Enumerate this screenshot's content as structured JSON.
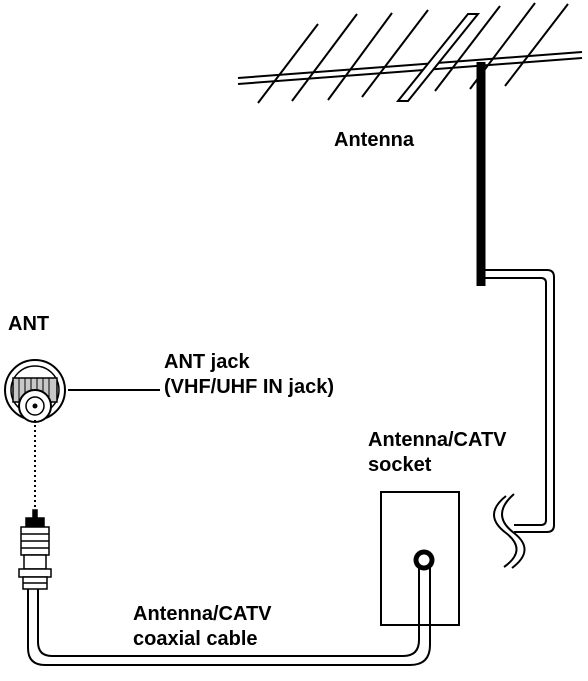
{
  "labels": {
    "antenna": "Antenna",
    "ant": "ANT",
    "ant_jack": [
      "ANT jack",
      "(VHF/UHF IN jack)"
    ],
    "catv_socket": [
      "Antenna/CATV",
      "socket"
    ],
    "coaxial_cable": [
      "Antenna/CATV",
      "coaxial cable"
    ]
  },
  "colors": {
    "line": "#000000",
    "fill": "#ffffff",
    "connector_fill": "#c8c8c8"
  }
}
